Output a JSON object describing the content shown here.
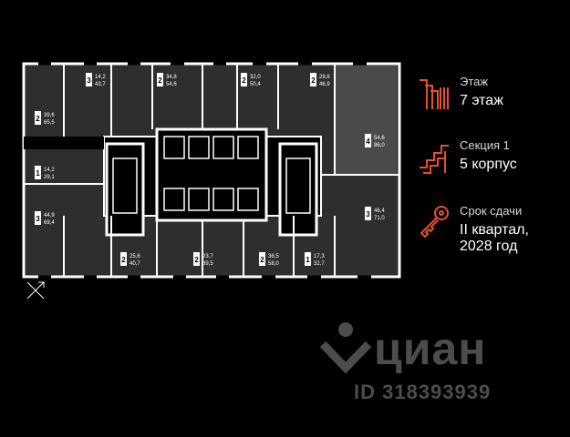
{
  "info": {
    "floor": {
      "label": "Этаж",
      "value": "7 этаж",
      "icon": "building-floor-icon"
    },
    "section": {
      "label": "Секция 1",
      "value": "5 корпус",
      "icon": "section-stairs-icon"
    },
    "deadline": {
      "label": "Срок сдачи",
      "value_line1": "II квартал,",
      "value_line2": "2028 год",
      "icon": "key-icon"
    }
  },
  "colors": {
    "accent": "#e8502a",
    "background": "#000000",
    "apartment": "#2e2e2e",
    "apartment_highlight": "#4a4a4a",
    "wall": "#ffffff"
  },
  "watermark": {
    "word": "циан",
    "id": "ID 318393939"
  },
  "apartments": [
    {
      "rooms": "3",
      "area": "14,2",
      "total": "43,7"
    },
    {
      "rooms": "2",
      "area": "34,8",
      "total": "54,6"
    },
    {
      "rooms": "2",
      "area": "32,0",
      "total": "50,4"
    },
    {
      "rooms": "2",
      "area": "28,6",
      "total": "46,9"
    },
    {
      "rooms": "2",
      "area": "39,6",
      "total": "65,5"
    },
    {
      "rooms": "1",
      "area": "14,2",
      "total": "29,1"
    },
    {
      "rooms": "3",
      "area": "44,9",
      "total": "69,4"
    },
    {
      "rooms": "4",
      "area": "54,6",
      "total": "86,0"
    },
    {
      "rooms": "3",
      "area": "46,4",
      "total": "71,0"
    },
    {
      "rooms": "2",
      "area": "25,6",
      "total": "40,7"
    },
    {
      "rooms": "2",
      "area": "23,7",
      "total": "39,5"
    },
    {
      "rooms": "2",
      "area": "36,5",
      "total": "58,0"
    },
    {
      "rooms": "1",
      "area": "17,3",
      "total": "32,7"
    }
  ]
}
